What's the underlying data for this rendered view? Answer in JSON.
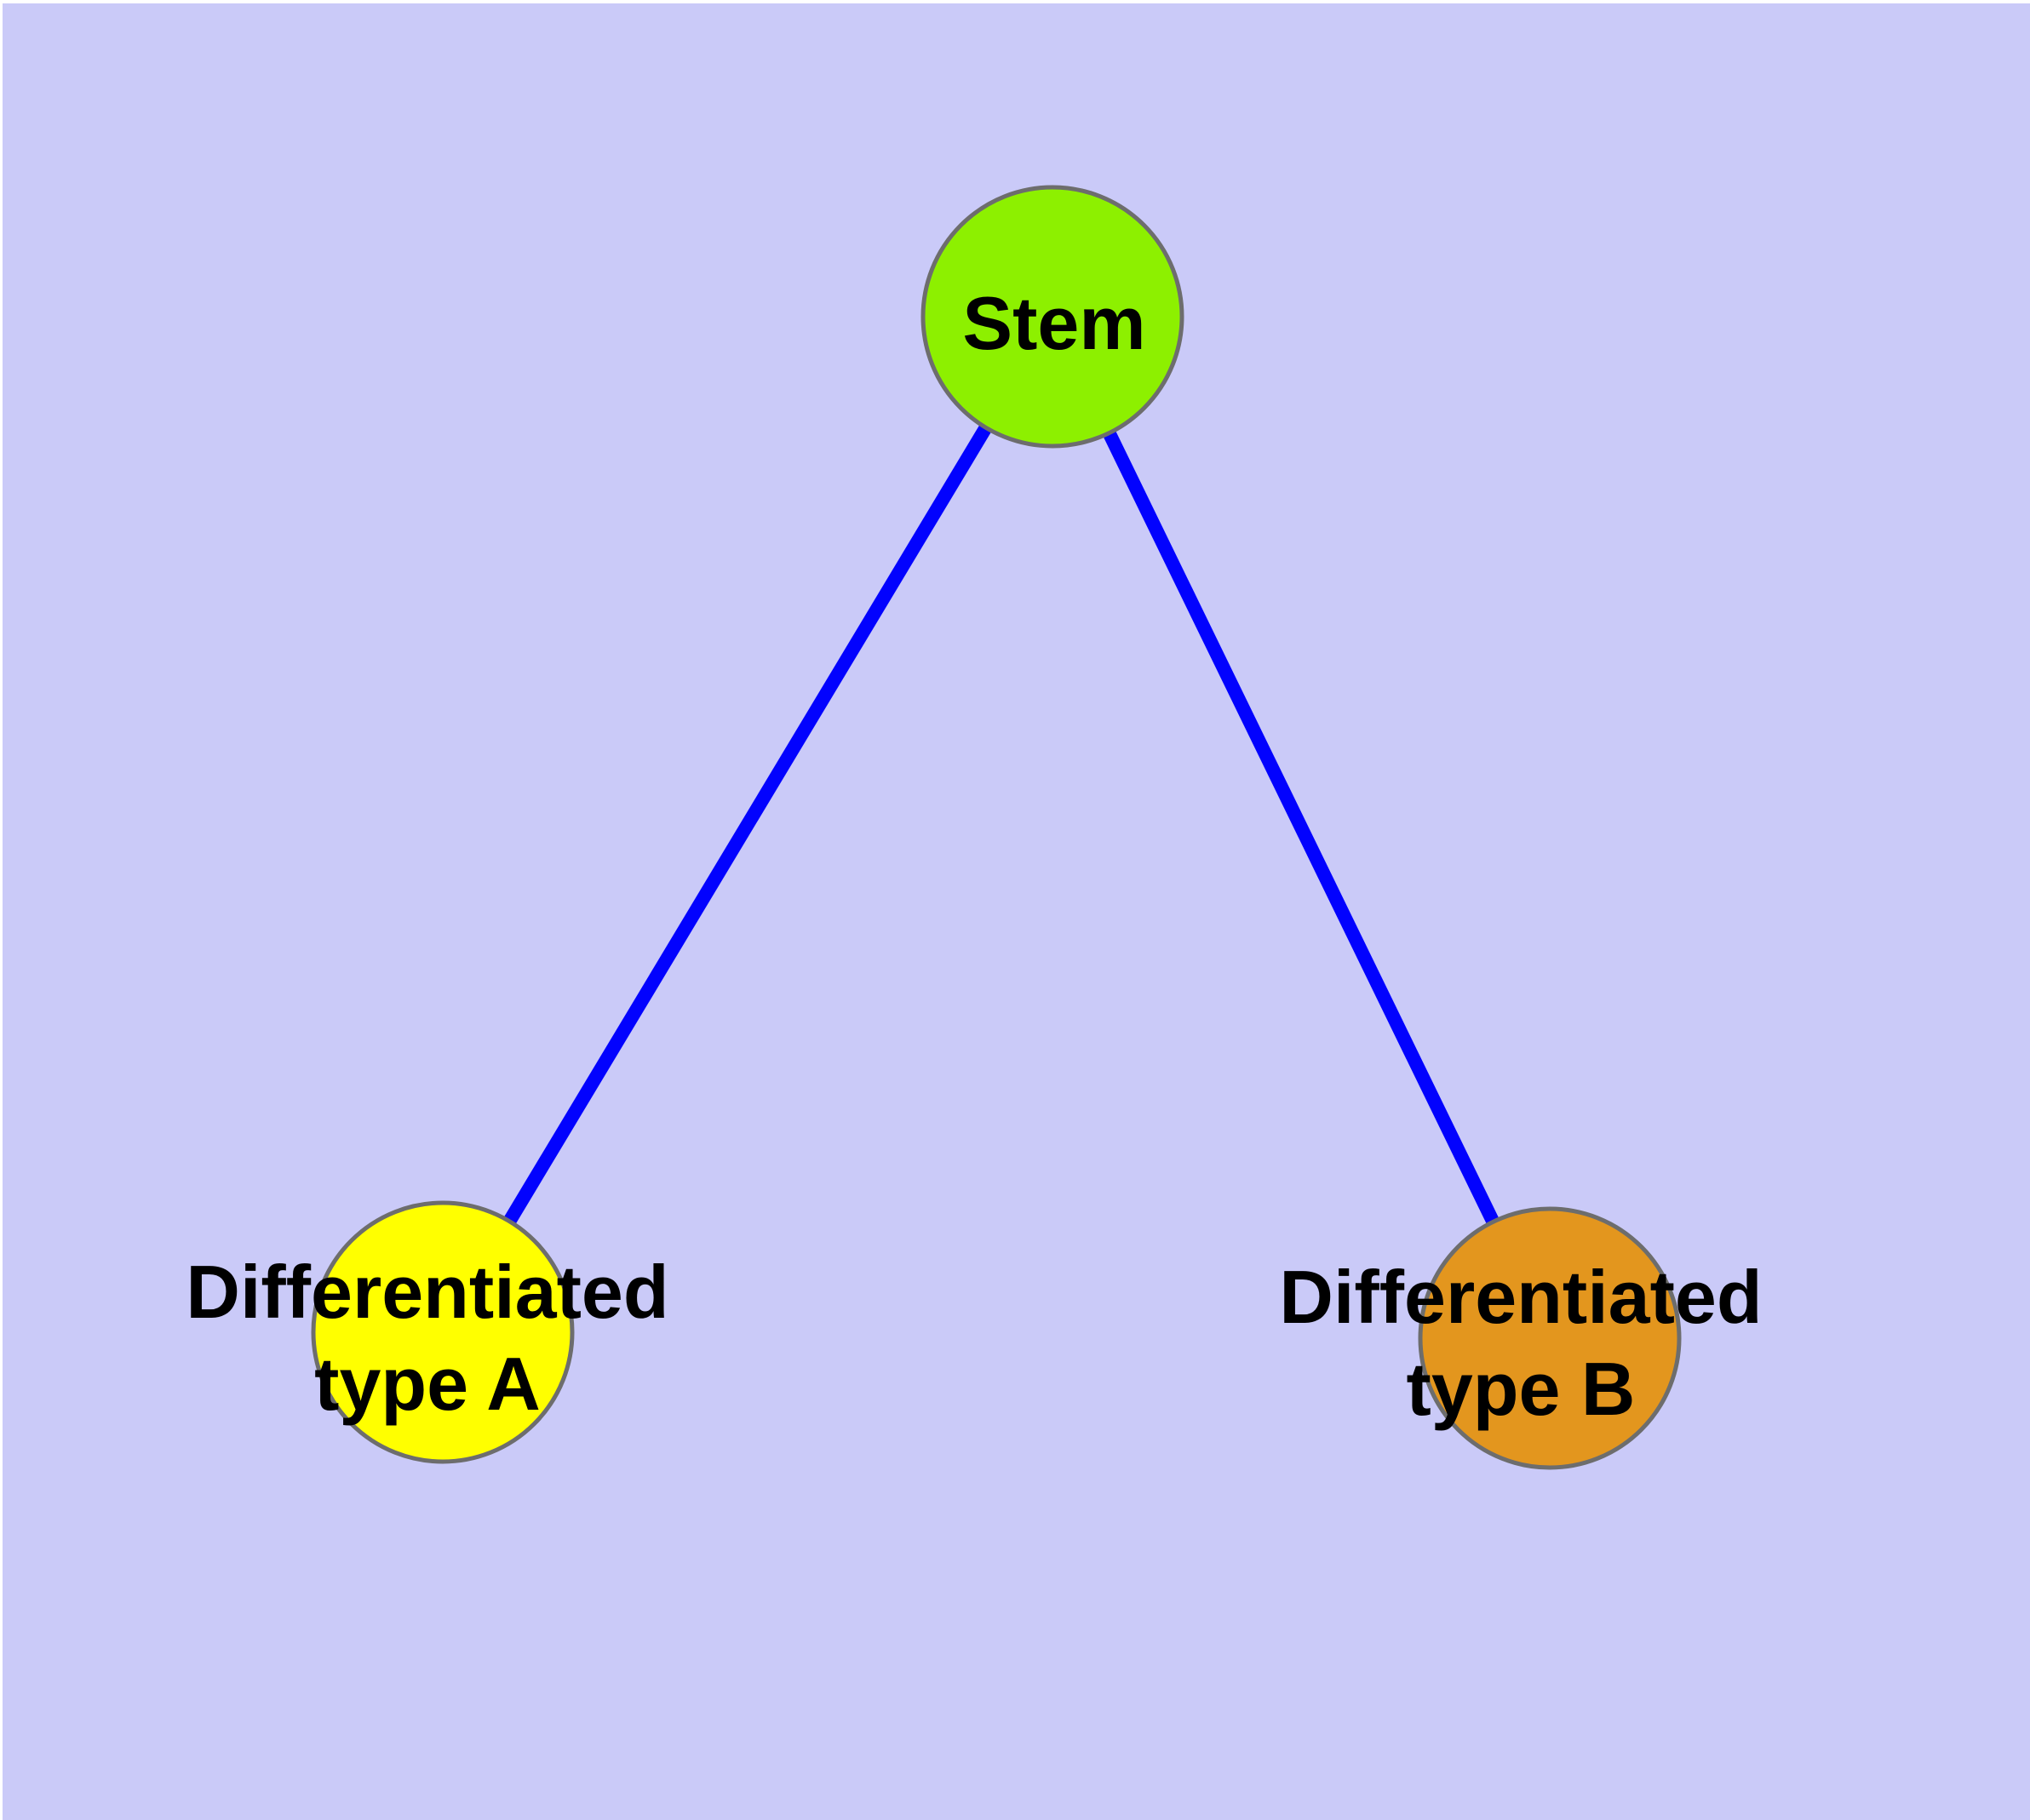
{
  "figure": {
    "margin_color": "#ffffff",
    "background_color": "#cacaf8",
    "text_color": "#000000"
  },
  "graph": {
    "nodes": [
      {
        "id": "stem",
        "label": "Stem",
        "fill": "#8df000",
        "stroke": "#6d6d6d",
        "text_color": "#000000"
      },
      {
        "id": "differentiated-type-a",
        "label": "Differentiated type A",
        "label_line1": "Differentiated",
        "label_line2": "type A",
        "fill": "#ffff00",
        "stroke": "#6d6d6d",
        "text_color": "#000000"
      },
      {
        "id": "differentiated-type-b",
        "label": "Differentiated type B",
        "label_line1": "Differentiated",
        "label_line2": "type B",
        "fill": "#e3961e",
        "stroke": "#6d6d6d",
        "text_color": "#000000"
      }
    ],
    "edges": [
      {
        "from": "stem",
        "to": "differentiated-type-a",
        "color": "#0202fe"
      },
      {
        "from": "stem",
        "to": "differentiated-type-b",
        "color": "#0202fe"
      }
    ]
  }
}
